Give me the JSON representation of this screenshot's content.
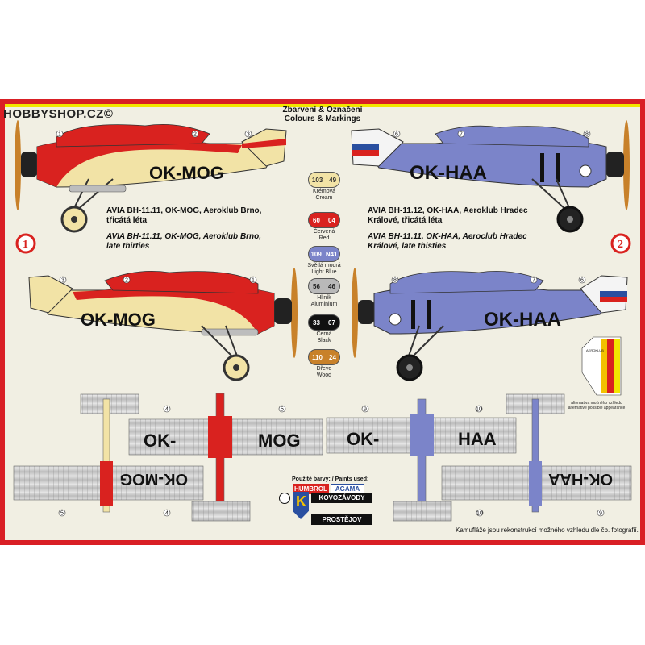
{
  "watermark": "HOBBYSHOP.CZ©",
  "header": {
    "line1": "Zbarvení & Označení",
    "line2": "Colours & Markings"
  },
  "scheme1": {
    "badge": "1",
    "caption_cz": "AVIA BH-11.11, OK-MOG, Aeroklub Brno, třicátá léta",
    "caption_en": "AVIA BH-11.11, OK-MOG, Aeroklub Brno, late thirties",
    "registration": "OK-MOG",
    "wing_left": "OK-",
    "wing_right": "MOG",
    "lower_wing": "OK-MOG",
    "callouts": [
      "1",
      "2",
      "3",
      "4",
      "5"
    ]
  },
  "scheme2": {
    "badge": "2",
    "caption_cz": "AVIA BH-11.12, OK-HAA, Aeroklub Hradec Králové, třicátá léta",
    "caption_en": "AVIA BH-11.11, OK-HAA, Aeroclub Hradec Králové, late thisties",
    "registration": "OK-HAA",
    "wing_left": "OK-",
    "wing_right": "HAA",
    "lower_wing": "OK-HAA",
    "callouts": [
      "6",
      "7",
      "8",
      "9",
      "10"
    ]
  },
  "swatches": [
    {
      "a": "103",
      "b": "49",
      "cz": "Krémová",
      "en": "Cream",
      "color": "#f2e3a6",
      "text": "#333"
    },
    {
      "a": "60",
      "b": "04",
      "cz": "Červená",
      "en": "Red",
      "color": "#d9221f",
      "text": "#fff"
    },
    {
      "a": "109",
      "b": "N41",
      "cz": "Světlá modrá",
      "en": "Light Blue",
      "color": "#7b84c9",
      "text": "#fff"
    },
    {
      "a": "56",
      "b": "46",
      "cz": "Hliník",
      "en": "Aluminium",
      "color": "#b9b9b9",
      "text": "#222"
    },
    {
      "a": "33",
      "b": "07",
      "cz": "Černá",
      "en": "Black",
      "color": "#111111",
      "text": "#fff"
    },
    {
      "a": "110",
      "b": "24",
      "cz": "Dřevo",
      "en": "Wood",
      "color": "#c8812a",
      "text": "#fff"
    }
  ],
  "alt_note": {
    "tail_text": "AEROKLUB",
    "cz": "alternativa možného vzhledu",
    "en": "alternative possible appearance"
  },
  "paints_label": "Použité barvy: / Paints used:",
  "brands": {
    "humbrol": "HUMBROL",
    "agama": "AGAMA",
    "kovo": "KOVOZÁVODY",
    "prostejov": "PROSTĚJOV"
  },
  "footnote": "Kamufláže jsou rekonstrukcí možného vzhledu dle čb. fotografií.",
  "colors": {
    "red": "#d9221f",
    "cream": "#f2e3a6",
    "blue": "#7b84c9",
    "silver": "#c9c9c9",
    "yellow": "#f2e600"
  }
}
